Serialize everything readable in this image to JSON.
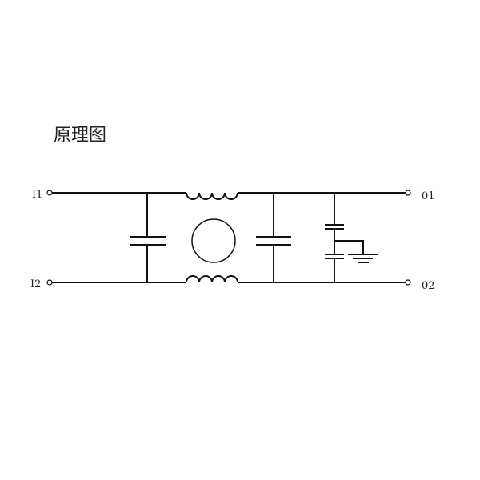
{
  "title": "原理图",
  "labels": {
    "in1": "I1",
    "in2": "I2",
    "out1": "01",
    "out2": "02"
  },
  "colors": {
    "line": "#111111"
  }
}
